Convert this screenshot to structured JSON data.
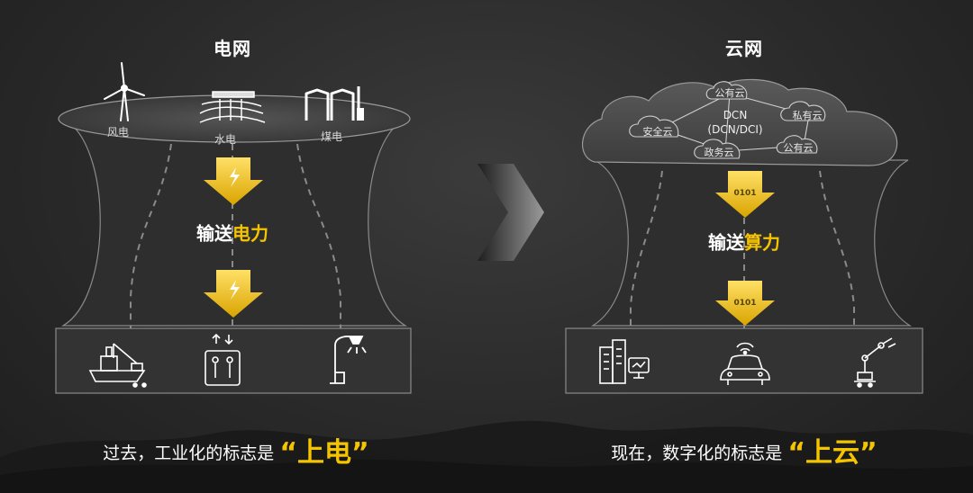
{
  "left_panel": {
    "title": "电网",
    "sources": [
      "风电",
      "水电",
      "煤电"
    ],
    "transport_white": "输送",
    "transport_gold": "电力",
    "caption_prefix": "过去，工业化的标志是",
    "caption_highlight": "“上电”"
  },
  "right_panel": {
    "title": "云网",
    "clouds": [
      "公有云",
      "私有云",
      "安全云",
      "政务云",
      "公有云"
    ],
    "dcn_line1": "DCN",
    "dcn_line2": "(DCN/DCI)",
    "bits_top": "0101",
    "bits_bottom": "0101",
    "transport_white": "输送",
    "transport_gold": "算力",
    "caption_prefix": "现在，数字化的标志是",
    "caption_highlight": "“上云”"
  },
  "colors": {
    "accent": "#f5c400",
    "background": "#2a2a2a",
    "line": "#9a9a9a"
  },
  "icons": {
    "left_sources": [
      "wind-turbine-icon",
      "hydro-dam-icon",
      "coal-plant-icon"
    ],
    "left_consumers": [
      "port-crane-icon",
      "elevator-icon",
      "street-lamp-icon"
    ],
    "right_consumers": [
      "smart-building-icon",
      "connected-car-icon",
      "robot-arm-icon"
    ]
  }
}
